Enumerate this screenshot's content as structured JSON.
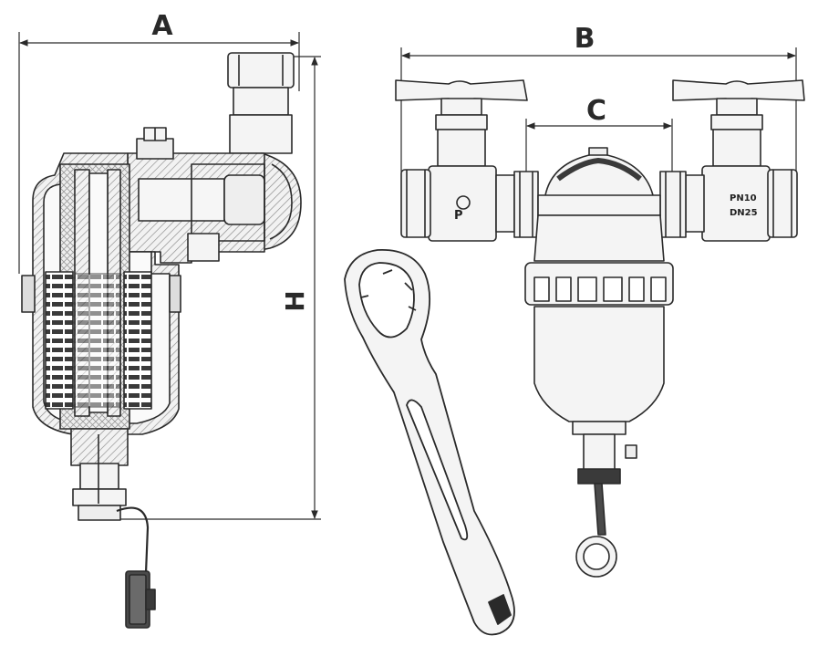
{
  "dimensions": {
    "a": "A",
    "b": "B",
    "c": "C",
    "h": "H"
  },
  "valve_marking": {
    "pressure": "PN10",
    "diameter": "DN25",
    "letter": "P"
  },
  "colors": {
    "line": "#2a2a2a",
    "hatch": "#8a8a8a",
    "light_fill": "#ececec",
    "body_fill": "#f4f4f4",
    "background": "#ffffff"
  }
}
